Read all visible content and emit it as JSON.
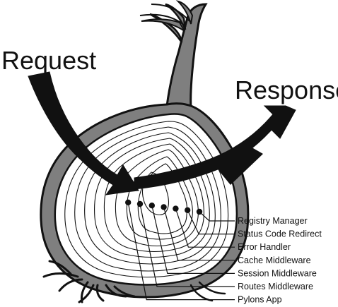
{
  "diagram": {
    "request_label": "Request",
    "response_label": "Response",
    "layers": [
      "Registry Manager",
      "Status Code Redirect",
      "Error Handler",
      "Cache Middleware",
      "Session Middleware",
      "Routes Middleware",
      "Pylons App"
    ]
  },
  "colors": {
    "skin": "#7f7f7f",
    "flesh": "#ffffff",
    "ink": "#111111"
  }
}
